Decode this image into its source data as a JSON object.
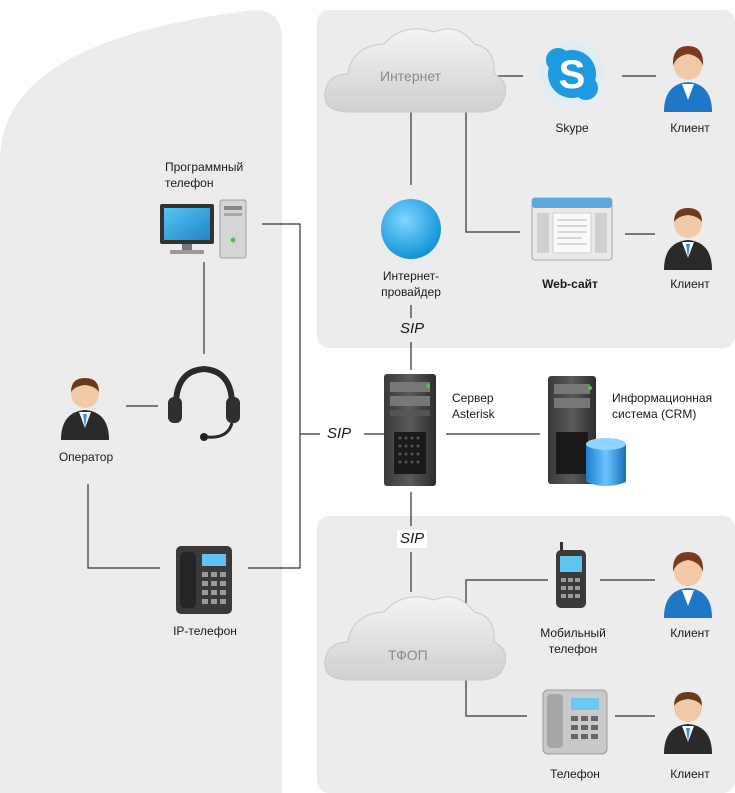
{
  "labels": {
    "internet": "Интернет",
    "skype": "Skype",
    "client_skype": "Клиент",
    "software_phone_1": "Программный",
    "software_phone_2": "телефон",
    "isp_1": "Интернет-",
    "isp_2": "провайдер",
    "website": "Web-сайт",
    "client_web": "Клиент",
    "sip_top": "SIP",
    "sip_mid": "SIP",
    "sip_bottom": "SIP",
    "server_1": "Сервер",
    "server_2": "Asterisk",
    "crm_1": "Информационная",
    "crm_2": "система (CRM)",
    "operator": "Оператор",
    "ip_phone": "IP-телефон",
    "pstn": "ТФОП",
    "mobile_1": "Мобильный",
    "mobile_2": "телефон",
    "client_mobile": "Клиент",
    "phone": "Телефон",
    "client_phone": "Клиент"
  },
  "colors": {
    "panel_gray": "#ececec",
    "line": "#333333",
    "cloud": "#e2e2e2",
    "isp_blue": "#1aa6e8",
    "skype_blue": "#1e9be0",
    "male_suit": "#2a2a2a",
    "female_suit": "#1d78c8"
  },
  "icons": [
    "cloud-icon",
    "skype-icon",
    "person-icon",
    "computer-icon",
    "globe-icon",
    "browser-window-icon",
    "server-icon",
    "database-icon",
    "headset-icon",
    "desk-phone-icon",
    "mobile-phone-icon"
  ]
}
